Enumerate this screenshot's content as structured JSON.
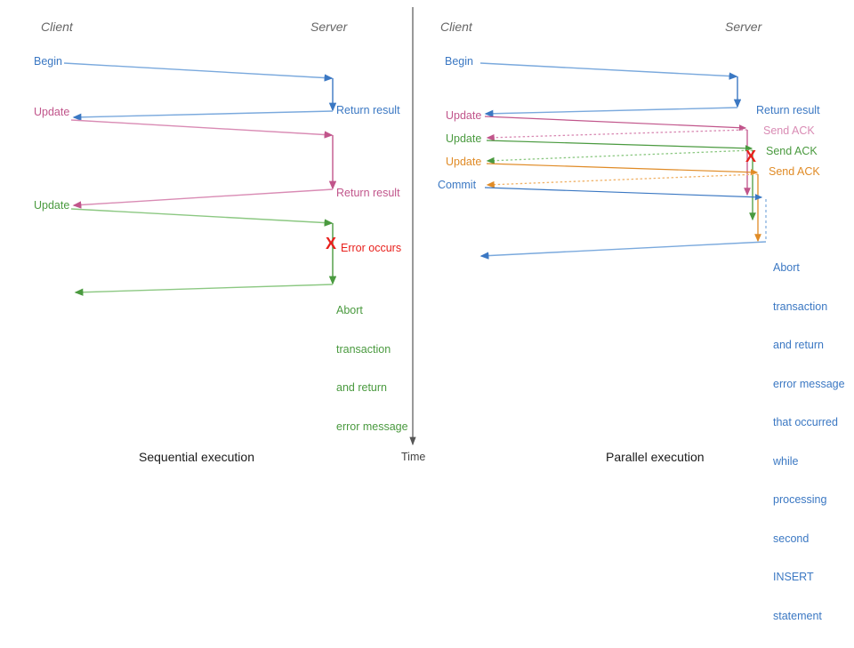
{
  "figure": {
    "title_left": "Sequential execution",
    "title_right": "Parallel execution",
    "time_axis_label": "Time"
  },
  "colors": {
    "blue": "#3b78c3",
    "blue_light": "#7aa9dd",
    "pink": "#c1558b",
    "pink_light": "#d98bb4",
    "green": "#4a9a3f",
    "green_light": "#8cc882",
    "orange": "#e08b26",
    "orange_light": "#f0b268",
    "red": "#e8201c",
    "gray": "#666666",
    "axis": "#555555"
  },
  "panels": [
    {
      "id": "sequential",
      "actors": {
        "client": "Client",
        "server": "Server"
      },
      "caption": "Sequential execution",
      "client_labels": [
        {
          "text": "Begin",
          "color": "blue"
        },
        {
          "text": "Update",
          "color": "pink"
        },
        {
          "text": "Update",
          "color": "green"
        }
      ],
      "server_labels": [
        {
          "text": "Return result",
          "color": "blue"
        },
        {
          "text": "Return result",
          "color": "pink"
        },
        {
          "text": "Error occurs",
          "color": "red"
        }
      ],
      "server_block": {
        "color": "green",
        "lines": [
          "Abort",
          "transaction",
          "and return",
          "error message"
        ]
      },
      "error_marker": "X"
    },
    {
      "id": "parallel",
      "actors": {
        "client": "Client",
        "server": "Server"
      },
      "caption": "Parallel execution",
      "client_labels": [
        {
          "text": "Begin",
          "color": "blue"
        },
        {
          "text": "Update",
          "color": "pink"
        },
        {
          "text": "Update",
          "color": "green"
        },
        {
          "text": "Update",
          "color": "orange"
        },
        {
          "text": "Commit",
          "color": "blue"
        }
      ],
      "server_labels": [
        {
          "text": "Return result",
          "color": "blue"
        },
        {
          "text": "Send ACK",
          "color": "pink"
        },
        {
          "text": "Send ACK",
          "color": "green"
        },
        {
          "text": "Send ACK",
          "color": "orange"
        }
      ],
      "server_block": {
        "color": "blue",
        "lines": [
          "Abort",
          "transaction",
          "and return",
          "error message",
          "that occurred",
          "while",
          "processing",
          "second",
          "INSERT",
          "statement"
        ]
      },
      "error_marker": "X"
    }
  ]
}
